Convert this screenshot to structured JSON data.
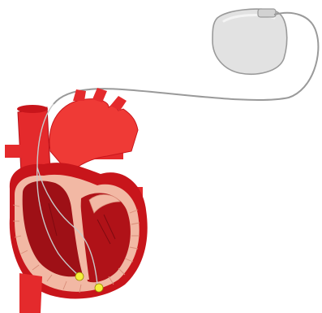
{
  "diagram": {
    "subject": "heart-with-implanted-pacemaker",
    "components": [
      "pacemaker-generator",
      "pacing-lead-wire",
      "heart",
      "lead-electrodes"
    ],
    "colors": {
      "background": "#ffffff",
      "heart_dark": "#c8151b",
      "heart_main": "#e42a2c",
      "heart_bright": "#ef3a36",
      "chamber_inner": "#9e1016",
      "myocardium": "#f2b8a4",
      "muscle_stripes": "#d98c78",
      "pacemaker_fill": "#e2e2e2",
      "pacemaker_outline": "#9a9a9a",
      "lead_wire": "#9a9a9a",
      "electrode": "#f4f03a"
    }
  }
}
